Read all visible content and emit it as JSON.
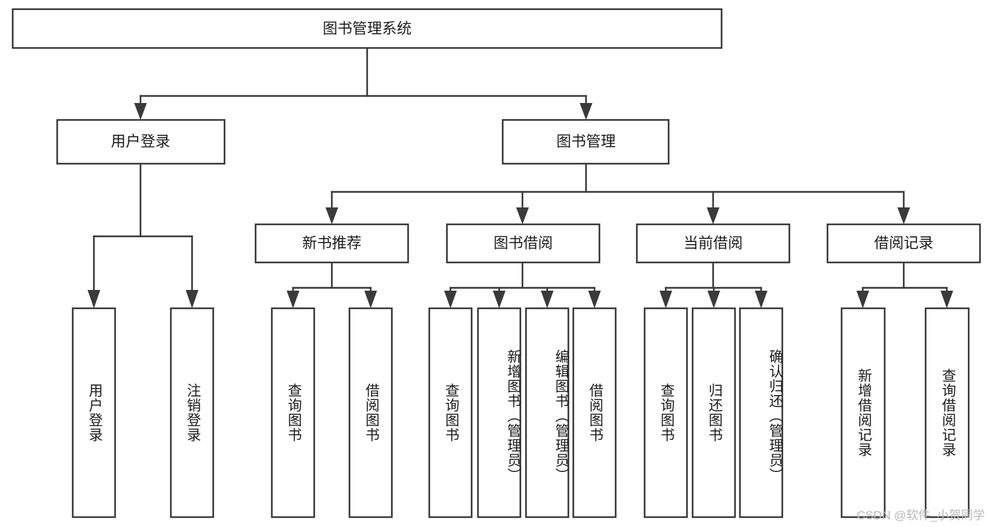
{
  "diagram": {
    "title": "图书管理系统",
    "type": "tree",
    "watermark": "CSDN @软件_小贺同学",
    "colors": {
      "box_stroke": "#3a3a3a",
      "box_fill": "#ffffff",
      "text": "#1b1b1b",
      "background": "#ffffff",
      "watermark": "#b9b9b9"
    },
    "levels": {
      "root": {
        "label": "图书管理系统"
      },
      "level2": [
        {
          "label": "用户登录"
        },
        {
          "label": "图书管理"
        }
      ],
      "level3": [
        {
          "label": "新书推荐"
        },
        {
          "label": "图书借阅"
        },
        {
          "label": "当前借阅"
        },
        {
          "label": "借阅记录"
        }
      ],
      "leaves": {
        "user_login": [
          {
            "label": "用户登录"
          },
          {
            "label": "注销登录"
          }
        ],
        "new_book_recommend": [
          {
            "label": "查询图书"
          },
          {
            "label": "借阅图书"
          }
        ],
        "book_borrow": [
          {
            "label": "查询图书"
          },
          {
            "label": "新增图书（管理员）"
          },
          {
            "label": "编辑图书（管理员）"
          },
          {
            "label": "借阅图书"
          }
        ],
        "current_borrow": [
          {
            "label": "查询图书"
          },
          {
            "label": "归还图书"
          },
          {
            "label": "确认归还（管理员）"
          }
        ],
        "borrow_record": [
          {
            "label": "新增借阅记录"
          },
          {
            "label": "查询借阅记录"
          }
        ]
      }
    }
  }
}
